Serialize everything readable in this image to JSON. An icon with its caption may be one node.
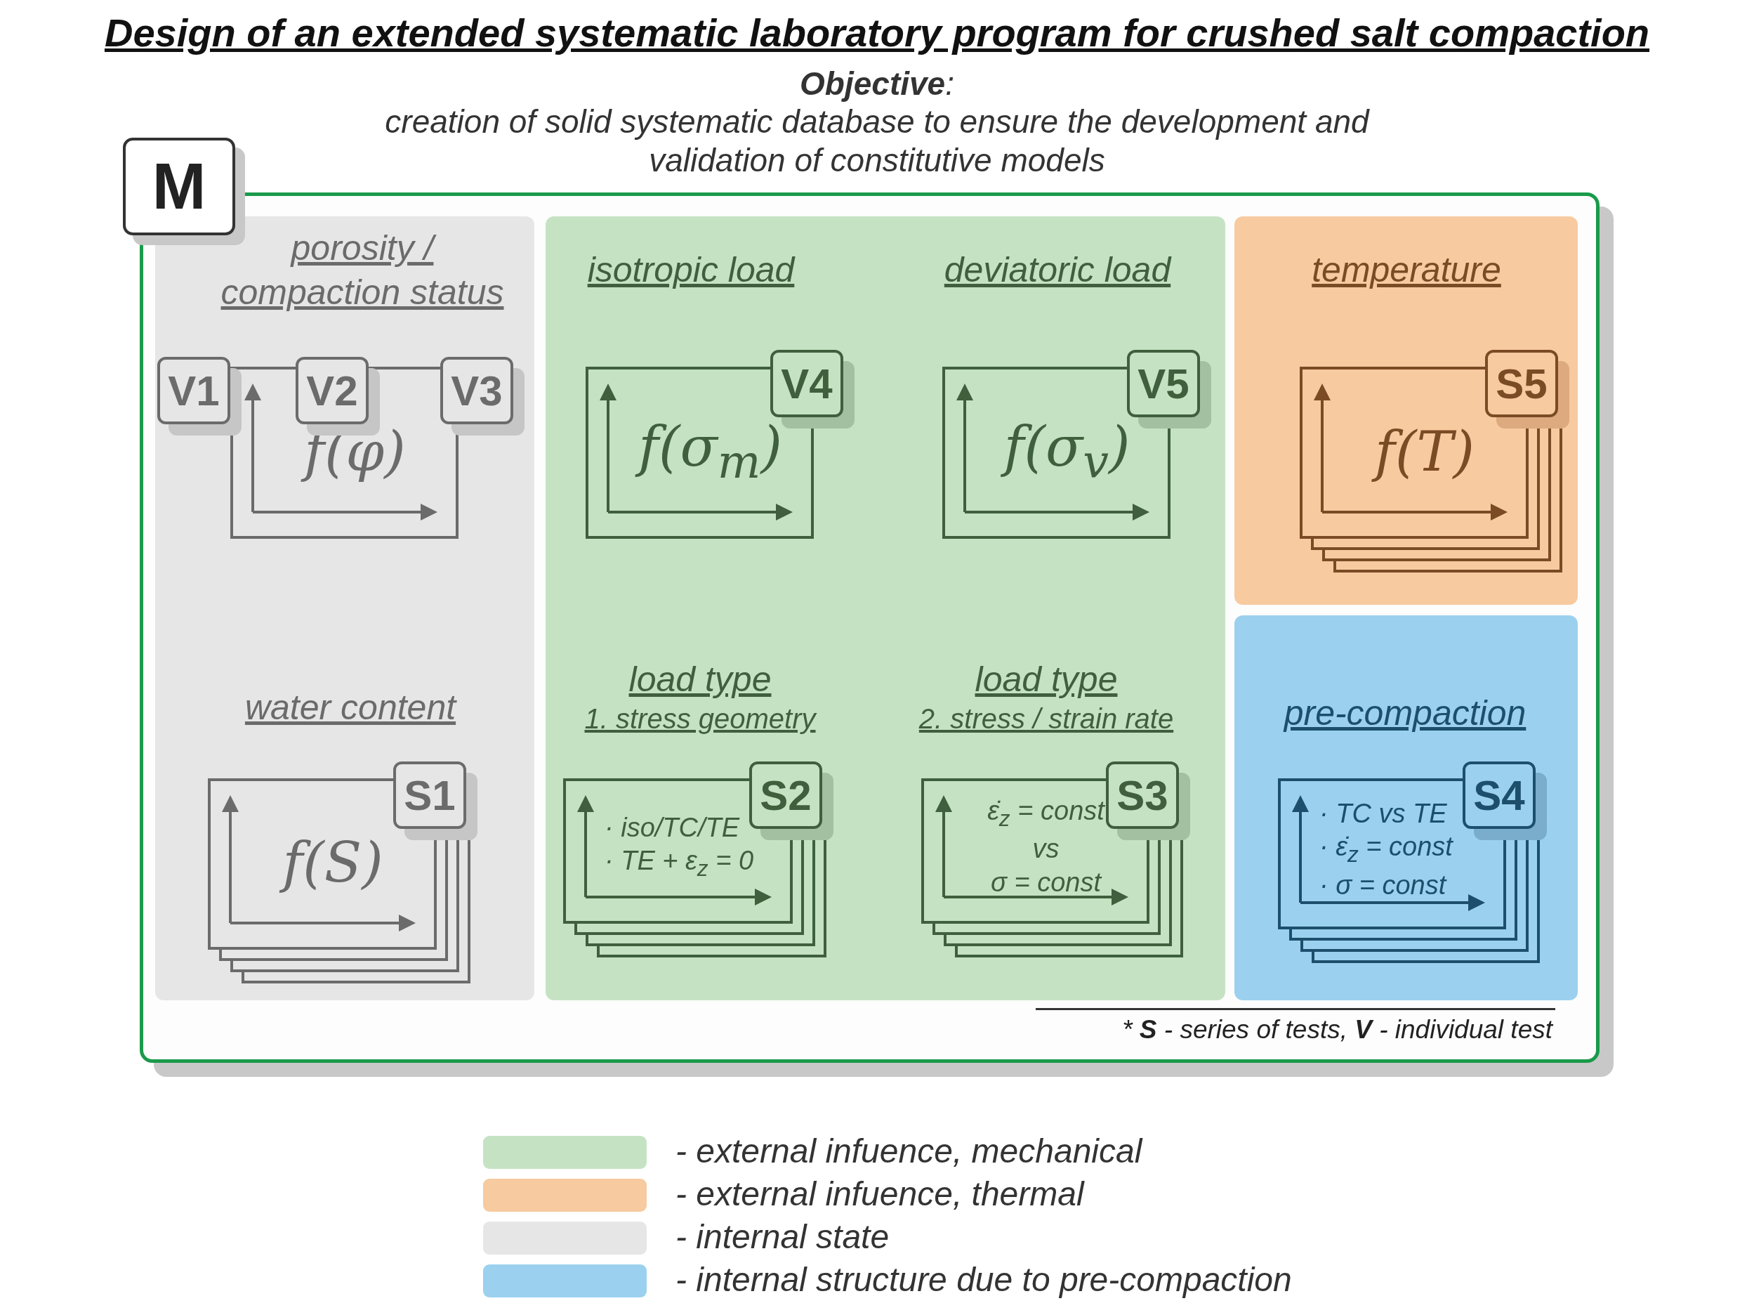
{
  "diagram": {
    "title": "Design of an extended systematic laboratory program for crushed salt compaction",
    "nodes": [
      {
        "text": [
          "M"
        ]
      },
      {
        "text": [
          "porosity / compaction status",
          "water content"
        ],
        "in": 0
      },
      {
        "text": [
          "isotropic load",
          "deviatoric load",
          "load type",
          "1. stress geometry",
          "load type",
          "2. stress / strain rate"
        ],
        "in": 0
      },
      {
        "text": [
          "temperature"
        ],
        "in": 0
      },
      {
        "text": [
          "pre-compaction"
        ],
        "in": 0
      },
      {
        "text": [
          "f(φ)"
        ],
        "in": 1
      },
      {
        "text": [
          "V1"
        ],
        "in": 1
      },
      {
        "text": [
          "V2"
        ],
        "in": 1
      },
      {
        "text": [
          "V3"
        ],
        "in": 1
      },
      {
        "text": [
          "f(S)"
        ],
        "in": 1
      },
      {
        "text": [
          "S1"
        ],
        "in": 1
      },
      {
        "text": [
          "f(σ$_{m}$)"
        ],
        "in": 2
      },
      {
        "text": [
          "V4"
        ],
        "in": 2
      },
      {
        "text": [
          "f(σ$_{v}$)"
        ],
        "in": 2
      },
      {
        "text": [
          "V5"
        ],
        "in": 2
      },
      {
        "text": [
          "· iso/TC/TE",
          "· TE + ε$_{z}$ = 0"
        ],
        "in": 2
      },
      {
        "text": [
          "S2"
        ],
        "in": 2
      },
      {
        "text": [
          "ε̇$_{z}$ = const",
          "vs",
          "σ = const"
        ],
        "in": 2
      },
      {
        "text": [
          "S3"
        ],
        "in": 2
      },
      {
        "text": [
          "f(T)"
        ],
        "in": 3
      },
      {
        "text": [
          "S5"
        ],
        "in": 3
      },
      {
        "text": [
          "· TC vs TE",
          "· ε̇$_{z}$ = const",
          "· σ = const"
        ],
        "in": 4
      },
      {
        "text": [
          "S4"
        ],
        "in": 4
      }
    ],
    "labels": [
      "**Objective**:",
      "creation of solid systematic database to ensure the development and validation of constitutive models",
      "* **S** - series of tests, **V** - individual test"
    ],
    "legend": [
      {
        "text": "- external infuence, mechanical",
        "color": "#c5e3c3"
      },
      {
        "text": "- external infuence, thermal",
        "color": "#f7caa0"
      },
      {
        "text": "- internal state",
        "color": "#e6e6e6"
      },
      {
        "text": "- internal structure due to pre-compaction",
        "color": "#9bd1ee"
      }
    ]
  }
}
